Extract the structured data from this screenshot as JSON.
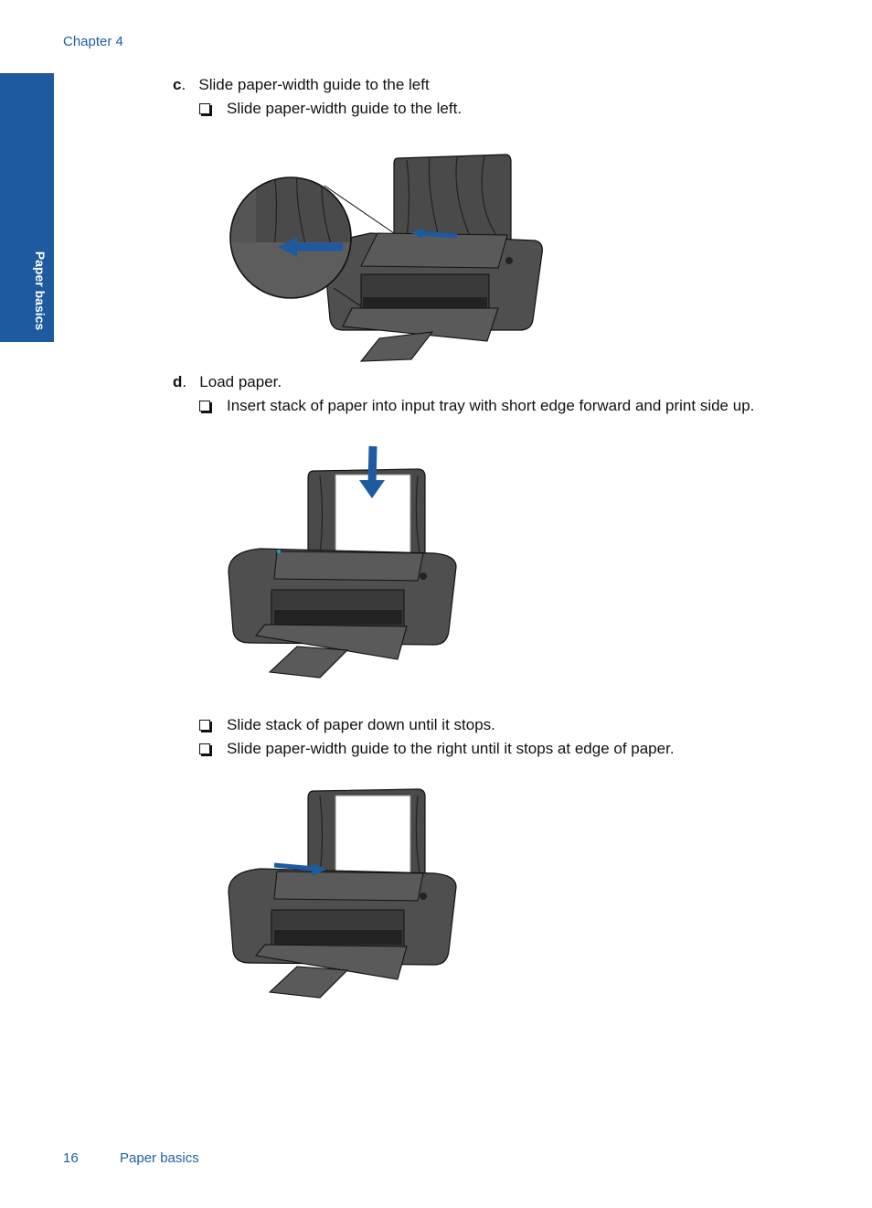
{
  "header": {
    "chapter": "Chapter 4"
  },
  "side_tab": {
    "label": "Paper basics"
  },
  "steps": {
    "c": {
      "letter": "c",
      "text": "Slide paper-width guide to the left",
      "checks": [
        "Slide paper-width guide to the left."
      ]
    },
    "d": {
      "letter": "d",
      "text": "Load paper.",
      "checks": [
        "Insert stack of paper into input tray with short edge forward and print side up.",
        "Slide stack of paper down until it stops.",
        "Slide paper-width guide to the right until it stops at edge of paper."
      ]
    }
  },
  "footer": {
    "page_number": "16",
    "section": "Paper basics"
  },
  "colors": {
    "accent": "#1d5aa0",
    "printer_body": "#4a4a4a",
    "arrow": "#1d5aa0"
  }
}
